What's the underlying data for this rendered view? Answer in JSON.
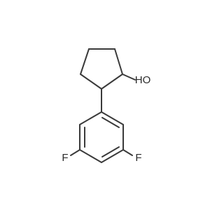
{
  "molecule": {
    "atoms": [
      {
        "id": "a1",
        "text": "HO",
        "color": "#2c2c2c"
      },
      {
        "id": "a2",
        "text": "F",
        "color": "#2c2c2c"
      },
      {
        "id": "a3",
        "text": "F",
        "color": "#2c2c2c"
      }
    ]
  }
}
